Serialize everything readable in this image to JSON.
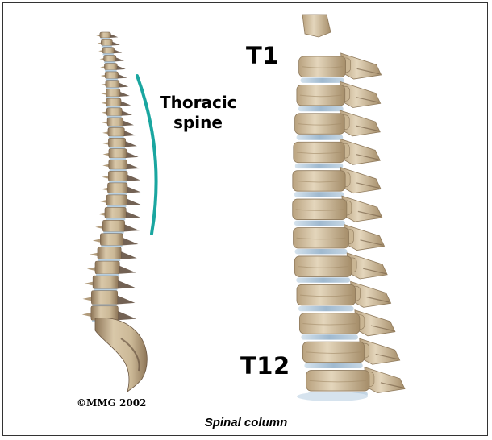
{
  "labels": {
    "thoracic_line1": "Thoracic",
    "thoracic_line2": "spine",
    "t1": "T1",
    "t12": "T12"
  },
  "copyright": "©MMG 2002",
  "caption": "Spinal column",
  "colors": {
    "bone": "#d8c7a8",
    "bone_dark": "#a8906d",
    "bone_shadow": "#5a4636",
    "disc": "#b8cfe0",
    "bracket": "#1aa6a0",
    "border": "#333333"
  }
}
